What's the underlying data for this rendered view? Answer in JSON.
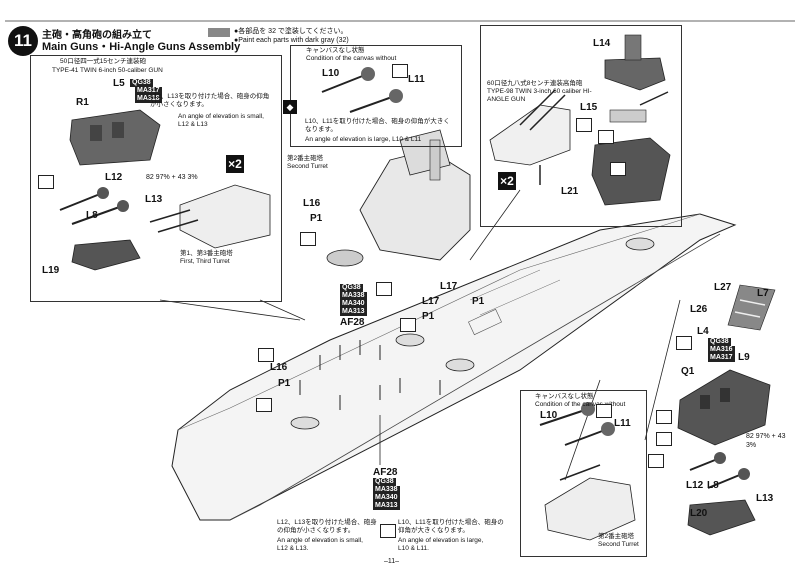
{
  "header": {
    "step_number": "11",
    "title_jp": "主砲・高角砲の組み立て",
    "title_en": "Main Guns・Hi-Angle Guns Assembly",
    "note_jp": "●各部品を 32 で塗装してください。",
    "note_en": "●Paint each parts with dark gray (32)"
  },
  "main_gun_box": {
    "title_jp": "50口径四一式15センチ連装砲",
    "title_en": "TYPE-41 TWIN 6-inch 50-caliber GUN",
    "codes": [
      "QG38",
      "MA317",
      "MA318"
    ],
    "note_jp": "L12、L13を取り付けた場合、砲身の仰角が小さくなります。",
    "note_en": "An angle of elevation is small, L12 & L13",
    "parts": [
      "L5",
      "R1",
      "L12",
      "L8",
      "L13",
      "L19"
    ],
    "mix": "82 97% + 43 3%",
    "multiplier": "×2",
    "turret_jp": "第1、第3番主砲塔",
    "turret_en": "First, Third Turret"
  },
  "canvas_box_top": {
    "title_jp": "キャンバスなし状態",
    "title_en": "Condition of the canvas without",
    "parts": [
      "L10",
      "L11"
    ],
    "note_jp": "L10、L11を取り付けた場合、砲身の仰角が大きくなります。",
    "note_en": "An angle of elevation is large, L10 & L11"
  },
  "hi_angle_box": {
    "title_jp": "60口径九八式8センチ連装高角砲",
    "title_en": "TYPE-98 TWIN 3-inch 60 caliber HI-ANGLE GUN",
    "parts": [
      "L14",
      "L15",
      "L21"
    ],
    "multiplier": "×2"
  },
  "center": {
    "second_turret_jp": "第2番主砲塔",
    "second_turret_en": "Second Turret",
    "parts_left": [
      "L16",
      "P1"
    ],
    "codes": [
      "QG38",
      "MA338",
      "MA340",
      "MA313"
    ],
    "af": "AF28",
    "parts_mid": [
      "L17",
      "P1",
      "L17",
      "P1"
    ],
    "parts_lower": [
      "L16",
      "P1"
    ]
  },
  "bottom_codes": {
    "af": "AF28",
    "codes": [
      "QG38",
      "MA338",
      "MA340",
      "MA313"
    ]
  },
  "right_assembly": {
    "parts": [
      "L27",
      "L7",
      "L26",
      "L4",
      "L9",
      "Q1",
      "L12",
      "L8",
      "L13",
      "L20"
    ],
    "codes": [
      "QG38",
      "MA316",
      "MA317"
    ],
    "mix": "82 97% + 43 3%"
  },
  "canvas_box_bottom": {
    "title_jp": "キャンバスなし状態",
    "title_en": "Condition of the canvas without",
    "parts": [
      "L10",
      "L11"
    ],
    "turret_jp": "第2番主砲塔",
    "turret_en": "Second Turret"
  },
  "footer": {
    "left_jp": "L12、L13を取り付けた場合、砲身の仰角が小さくなります。",
    "left_en1": "An angle of elevation is small,",
    "left_en2": "L12 & L13.",
    "right_jp": "L10、L11を取り付けた場合、砲身の仰角が大きくなります。",
    "right_en1": "An angle of elevation is large,",
    "right_en2": "L10 & L11.",
    "page": "–11–"
  }
}
